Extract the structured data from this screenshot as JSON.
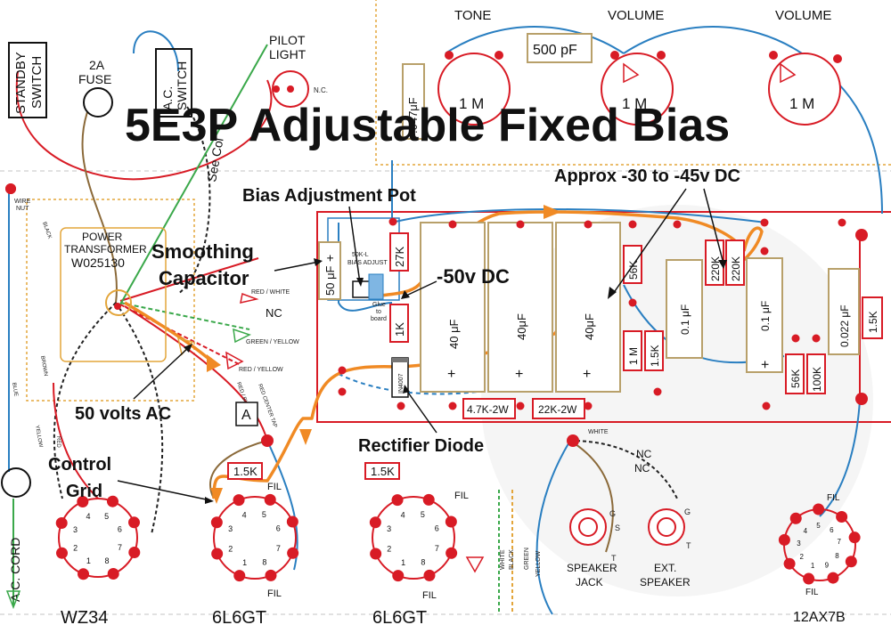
{
  "title": "5E3P Adjustable Fixed Bias",
  "colors": {
    "bias_path": "#f08a24",
    "wire_blue": "#2a7fc1",
    "wire_red": "#d81b25",
    "wire_green": "#3aa84a",
    "wire_black": "#222222",
    "wire_brown": "#8b6a3a",
    "board_outline": "#d81b25",
    "component_outline": "#b8a06a",
    "chassis_dashed": "#e3a53a"
  },
  "annotations": {
    "bias_pot": "Bias Adjustment Pot",
    "voltage_range": "Approx -30 to -45v DC",
    "smoothing_line1": "Smoothing",
    "smoothing_line2": "Capacitor",
    "dc_voltage": "-50v DC",
    "ac_voltage": "50 volts AC",
    "rectifier": "Rectifier Diode",
    "grid_line1": "Control",
    "grid_line2": "Grid"
  },
  "panel": {
    "standby_line1": "STANDBY",
    "standby_line2": "SWITCH",
    "fuse_line1": "2A",
    "fuse_line2": "FUSE",
    "ac_switch_line1": "A.C.",
    "ac_switch_line2": "SWITCH",
    "pilot_line1": "PILOT",
    "pilot_line2": "LIGHT",
    "nc_small": "N.C.",
    "see_col": "See Col",
    "wire_nut_line1": "WIRE",
    "wire_nut_line2": "NUT",
    "ac_cord": "A.C. CORD"
  },
  "controls": {
    "tone": "TONE",
    "volume1": "VOLUME",
    "volume2": "VOLUME",
    "pot_value": "1 M",
    "cap_500": "500 pF",
    "cap_047": ".047μF"
  },
  "transformer": {
    "label_line1": "POWER",
    "label_line2": "TRANSFORMER",
    "model": "W025130",
    "nc": "NC",
    "wire_red_white": "RED / WHITE",
    "wire_green_yellow": "GREEN / YELLOW",
    "wire_red_yellow": "RED / YELLOW",
    "wire_red_blue": "RED / BLUE",
    "wire_red_center_tap": "RED CENTER TAP",
    "wire_black": "BLACK",
    "wire_brown": "BROWN",
    "wire_blue": "BLUE",
    "wire_yellow": "YELLOW",
    "wire_red": "RED"
  },
  "board": {
    "bias_adjust_line1": "50K-L",
    "bias_adjust_line2": "BIAS ADJUST",
    "glue_line1": "Glue",
    "glue_line2": "to",
    "glue_line3": "board",
    "cap_50uf": "50 μF",
    "r_27k": "27K",
    "r_1k": "1K",
    "diode": "IN4007",
    "cap_40uf_a": "40 μF",
    "cap_40uf_b": "40μF",
    "cap_40uf_c": "40μF",
    "r_56k_a": "56K",
    "r_220k_a": "220K",
    "r_220k_b": "220K",
    "r_1m": "1 M",
    "r_15k_a": "1.5K",
    "cap_01_a": "0.1 μF",
    "cap_01_b": "0.1 μF",
    "cap_0022": "0.022 μF",
    "r_15k_b": "1.5K",
    "r_56k_b": "56K",
    "r_100k": "100K",
    "r_47k2w": "4.7K-2W",
    "r_22k2w": "22K-2W",
    "plus": "+"
  },
  "tubes": {
    "rectifier": "WZ34",
    "power_a": "6L6GT",
    "power_b": "6L6GT",
    "preamp": "12AX7B",
    "fil": "FIL",
    "grid_res_a": "1.5K",
    "grid_res_b": "1.5K",
    "tag_a": "A",
    "pins_8": [
      "1",
      "2",
      "3",
      "4",
      "5",
      "6",
      "7",
      "8"
    ],
    "pins_9": [
      "1",
      "2",
      "3",
      "4",
      "5",
      "6",
      "7",
      "8",
      "9"
    ]
  },
  "output": {
    "speaker_line1": "SPEAKER",
    "speaker_line2": "JACK",
    "ext_line1": "EXT.",
    "ext_line2": "SPEAKER",
    "nc_a": "NC",
    "nc_b": "NC",
    "white": "WHITE",
    "black": "BLACK",
    "green": "GREEN",
    "yellow": "YELLOW",
    "g": "G",
    "s": "S",
    "t": "T"
  }
}
